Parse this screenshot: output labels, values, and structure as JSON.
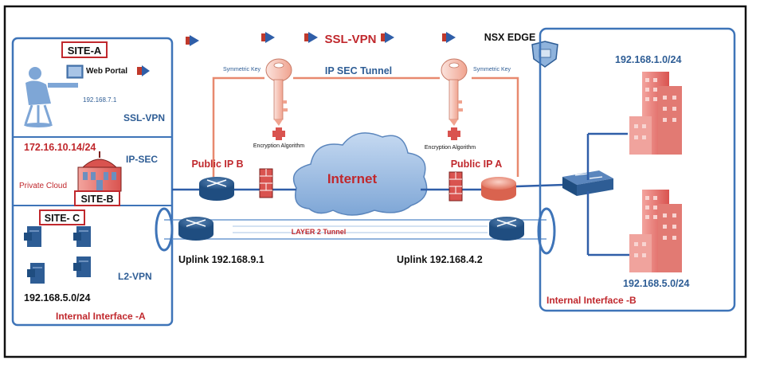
{
  "labels": {
    "site_a": "SITE-A",
    "web_portal": "Web Portal",
    "ip_7_1": "192.168.7.1",
    "ssl_vpn_left": "SSL-VPN",
    "ip_172": "172.16.10.14/24",
    "ip_sec_left": "IP-SEC",
    "private_cloud": "Private Cloud",
    "site_b": "SITE-B",
    "site_c": "SITE- C",
    "l2_vpn": "L2-VPN",
    "net_5_left": "192.168.5.0/24",
    "internal_a": "Internal Interface -A",
    "ssl_vpn_top": "SSL-VPN",
    "nsx_edge": "NSX EDGE",
    "ipsec_tunnel": "IP SEC Tunnel",
    "sym_key_left": "Symmetric Key",
    "sym_key_right": "Symmetric Key",
    "enc_alg_left": "Encryption Algorithm",
    "enc_alg_right": "Encryption Algorithm",
    "public_ip_b": "Public IP B",
    "public_ip_a": "Public IP A",
    "internet": "Internet",
    "layer2_tunnel": "LAYER 2 Tunnel",
    "uplink_left": "Uplink 192.168.9.1",
    "uplink_right": "Uplink 192.168.4.2",
    "net_1_right": "192.168.1.0/24",
    "net_5_right": "192.168.5.0/24",
    "internal_b": "Internal Interface -B"
  },
  "colors": {
    "red_text": "#c0282d",
    "blue_text": "#2e5d95",
    "box_blue": "#3e74b8",
    "tunnel_red": "#e8896f",
    "arrow_blue": "#2f5ea8",
    "arrow_red": "#c0392b"
  }
}
